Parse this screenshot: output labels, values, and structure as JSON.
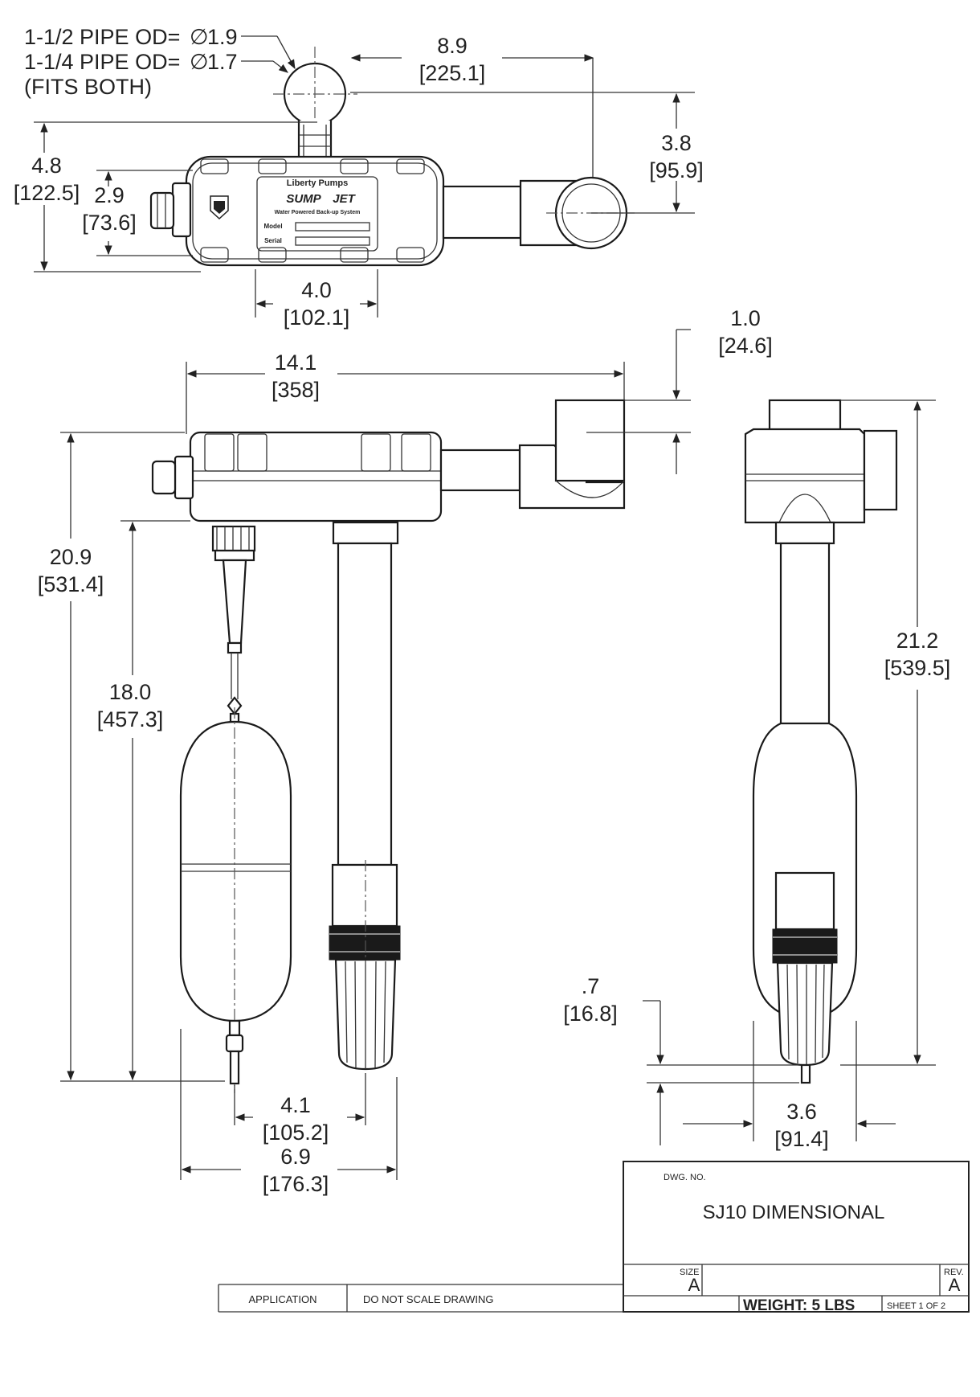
{
  "pipe_note": {
    "line1": "1-1/2 PIPE OD=",
    "line1_value": "1.9",
    "line2": "1-1/4 PIPE OD=",
    "line2_value": "1.7",
    "line3": "(FITS BOTH)",
    "diameter_symbol": "∅"
  },
  "dimensions": {
    "d_8_9": {
      "value": "8.9",
      "metric": "[225.1]"
    },
    "d_3_8": {
      "value": "3.8",
      "metric": "[95.9]"
    },
    "d_4_8": {
      "value": "4.8",
      "metric": "[122.5]"
    },
    "d_2_9": {
      "value": "2.9",
      "metric": "[73.6]"
    },
    "d_4_0": {
      "value": "4.0",
      "metric": "[102.1]"
    },
    "d_1_0": {
      "value": "1.0",
      "metric": "[24.6]"
    },
    "d_14_1": {
      "value": "14.1",
      "metric": "[358]"
    },
    "d_20_9": {
      "value": "20.9",
      "metric": "[531.4]"
    },
    "d_18_0": {
      "value": "18.0",
      "metric": "[457.3]"
    },
    "d_21_2": {
      "value": "21.2",
      "metric": "[539.5]"
    },
    "d_0_7": {
      "value": ".7",
      "metric": "[16.8]"
    },
    "d_4_1": {
      "value": "4.1",
      "metric": "[105.2]"
    },
    "d_3_6": {
      "value": "3.6",
      "metric": "[91.4]"
    },
    "d_6_9": {
      "value": "6.9",
      "metric": "[176.3]"
    }
  },
  "product_label": {
    "brand": "Liberty Pumps",
    "name_part1": "SUMP",
    "name_part2": "JET",
    "tagline": "Water Powered Back-up System",
    "model_label": "Model",
    "serial_label": "Serial"
  },
  "title_block": {
    "dwg_no_label": "DWG. NO.",
    "title": "SJ10  DIMENSIONAL",
    "size_label": "SIZE",
    "size_value": "A",
    "rev_label": "REV.",
    "rev_value": "A",
    "application_label": "APPLICATION",
    "do_not_scale": "DO NOT SCALE DRAWING",
    "weight": "WEIGHT:  5  LBS",
    "sheet": "SHEET 1 OF 2"
  }
}
